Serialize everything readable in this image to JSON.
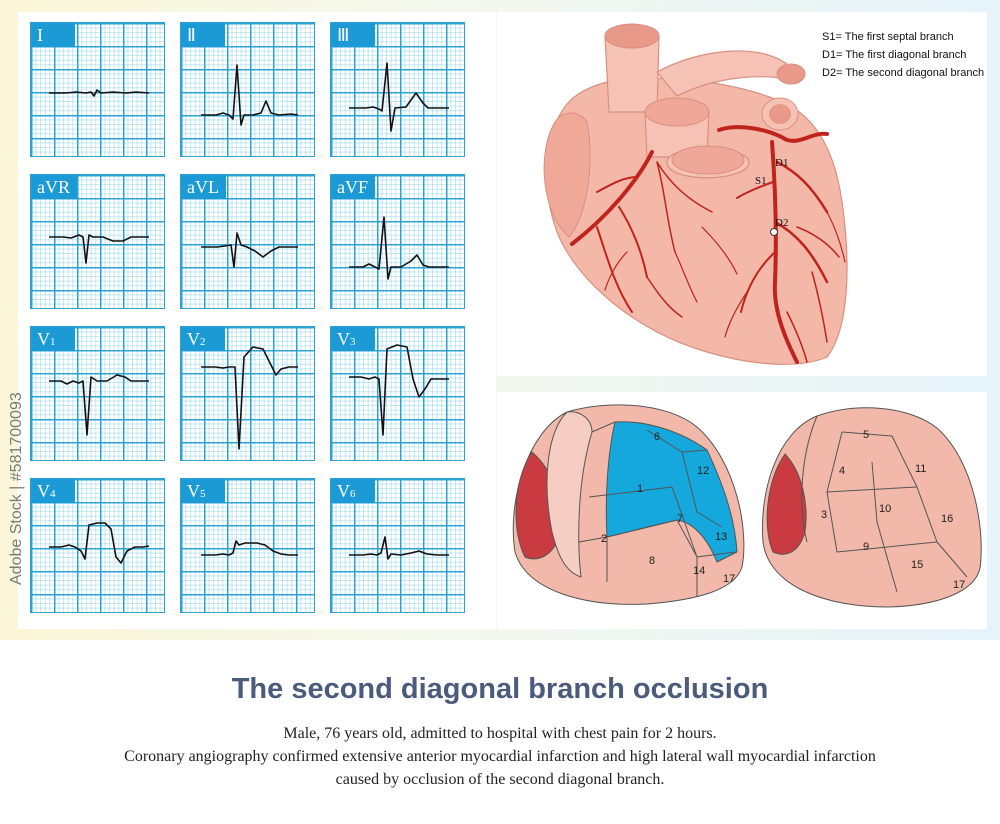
{
  "leads": [
    {
      "name": "I",
      "sub": ""
    },
    {
      "name": "Ⅱ",
      "sub": ""
    },
    {
      "name": "Ⅲ",
      "sub": ""
    },
    {
      "name": "aVR",
      "sub": ""
    },
    {
      "name": "aVL",
      "sub": ""
    },
    {
      "name": "aVF",
      "sub": ""
    },
    {
      "name": "V",
      "sub": "1"
    },
    {
      "name": "V",
      "sub": "2"
    },
    {
      "name": "V",
      "sub": "3"
    },
    {
      "name": "V",
      "sub": "4"
    },
    {
      "name": "V",
      "sub": "5"
    },
    {
      "name": "V",
      "sub": "6"
    }
  ],
  "heart": {
    "legend": [
      "S1= The first septal branch",
      "D1= The first diagonal branch",
      "D2= The second diagonal branch"
    ],
    "labels": {
      "d1": "D1",
      "s1": "S1",
      "d2": "D2"
    },
    "colors": {
      "heart": "#f3b5a6",
      "vessel": "#c0231c"
    }
  },
  "bullseye": {
    "left_segments": [
      "6",
      "12",
      "1",
      "7",
      "13",
      "2",
      "8",
      "14",
      "17"
    ],
    "right_segments": [
      "5",
      "4",
      "11",
      "3",
      "10",
      "16",
      "9",
      "15",
      "17"
    ],
    "highlight_color": "#14a8dc"
  },
  "watermark": "Adobe Stock | #581700093",
  "title": "The second diagonal branch occlusion",
  "description": [
    "Male, 76 years old, admitted to hospital with chest pain for 2 hours.",
    "Coronary angiography confirmed extensive anterior myocardial infarction and high lateral wall myocardial infarction",
    "caused by occlusion of the second diagonal branch."
  ]
}
